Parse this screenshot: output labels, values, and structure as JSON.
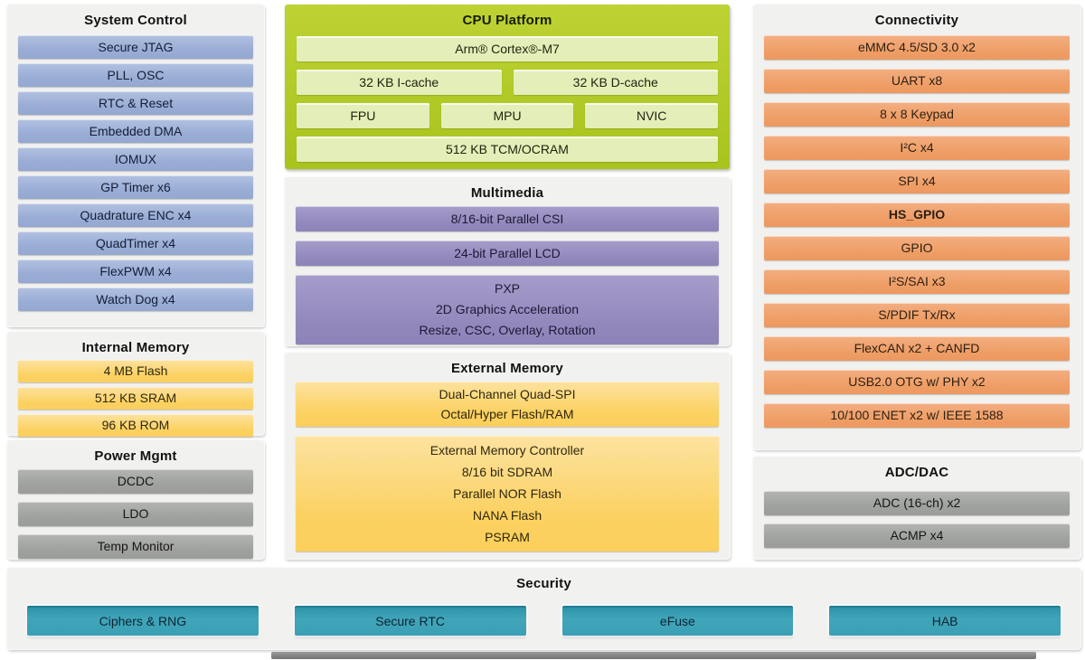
{
  "colors": {
    "panel_bg": "#f1f1ef",
    "system_control_item": "#a3b5da",
    "cpu_platform_bg": "#b3ca24",
    "cpu_platform_item": "#e4eeb9",
    "multimedia_item": "#9b91c4",
    "memory_item": "#fcd56e",
    "connectivity_item": "#f0a674",
    "power_item": "#a7a9a6",
    "security_item": "#3a9fb4"
  },
  "panels": {
    "system_control": {
      "title": "System Control",
      "items": [
        "Secure JTAG",
        "PLL, OSC",
        "RTC & Reset",
        "Embedded DMA",
        "IOMUX",
        "GP Timer x6",
        "Quadrature ENC x4",
        "QuadTimer x4",
        "FlexPWM x4",
        "Watch Dog x4"
      ]
    },
    "internal_memory": {
      "title": "Internal Memory",
      "items": [
        "4 MB Flash",
        "512 KB SRAM",
        "96 KB ROM"
      ]
    },
    "power_mgmt": {
      "title": "Power Mgmt",
      "items": [
        "DCDC",
        "LDO",
        "Temp Monitor"
      ]
    },
    "cpu_platform": {
      "title": "CPU Platform",
      "core": "Arm® Cortex®-M7",
      "icache": "32 KB I-cache",
      "dcache": "32 KB D-cache",
      "fpu": "FPU",
      "mpu": "MPU",
      "nvic": "NVIC",
      "tcm": "512 KB TCM/OCRAM"
    },
    "multimedia": {
      "title": "Multimedia",
      "items": [
        "8/16-bit Parallel CSI",
        "24-bit Parallel LCD",
        "PXP\n2D Graphics Acceleration\nResize, CSC, Overlay, Rotation"
      ]
    },
    "external_memory": {
      "title": "External Memory",
      "items": [
        "Dual-Channel Quad-SPI\nOctal/Hyper Flash/RAM",
        "External Memory Controller\n8/16 bit SDRAM\nParallel NOR Flash\nNANA Flash\nPSRAM"
      ]
    },
    "connectivity": {
      "title": "Connectivity",
      "items": [
        "eMMC 4.5/SD 3.0 x2",
        "UART x8",
        "8 x 8 Keypad",
        "I²C x4",
        "SPI x4",
        "HS_GPIO",
        "GPIO",
        "I²S/SAI x3",
        "S/PDIF Tx/Rx",
        "FlexCAN x2 + CANFD",
        "USB2.0 OTG w/ PHY x2",
        "10/100 ENET x2 w/ IEEE 1588"
      ]
    },
    "adc_dac": {
      "title": "ADC/DAC",
      "items": [
        "ADC (16-ch) x2",
        "ACMP x4"
      ]
    },
    "security": {
      "title": "Security",
      "items": [
        "Ciphers & RNG",
        "Secure RTC",
        "eFuse",
        "HAB"
      ]
    }
  }
}
